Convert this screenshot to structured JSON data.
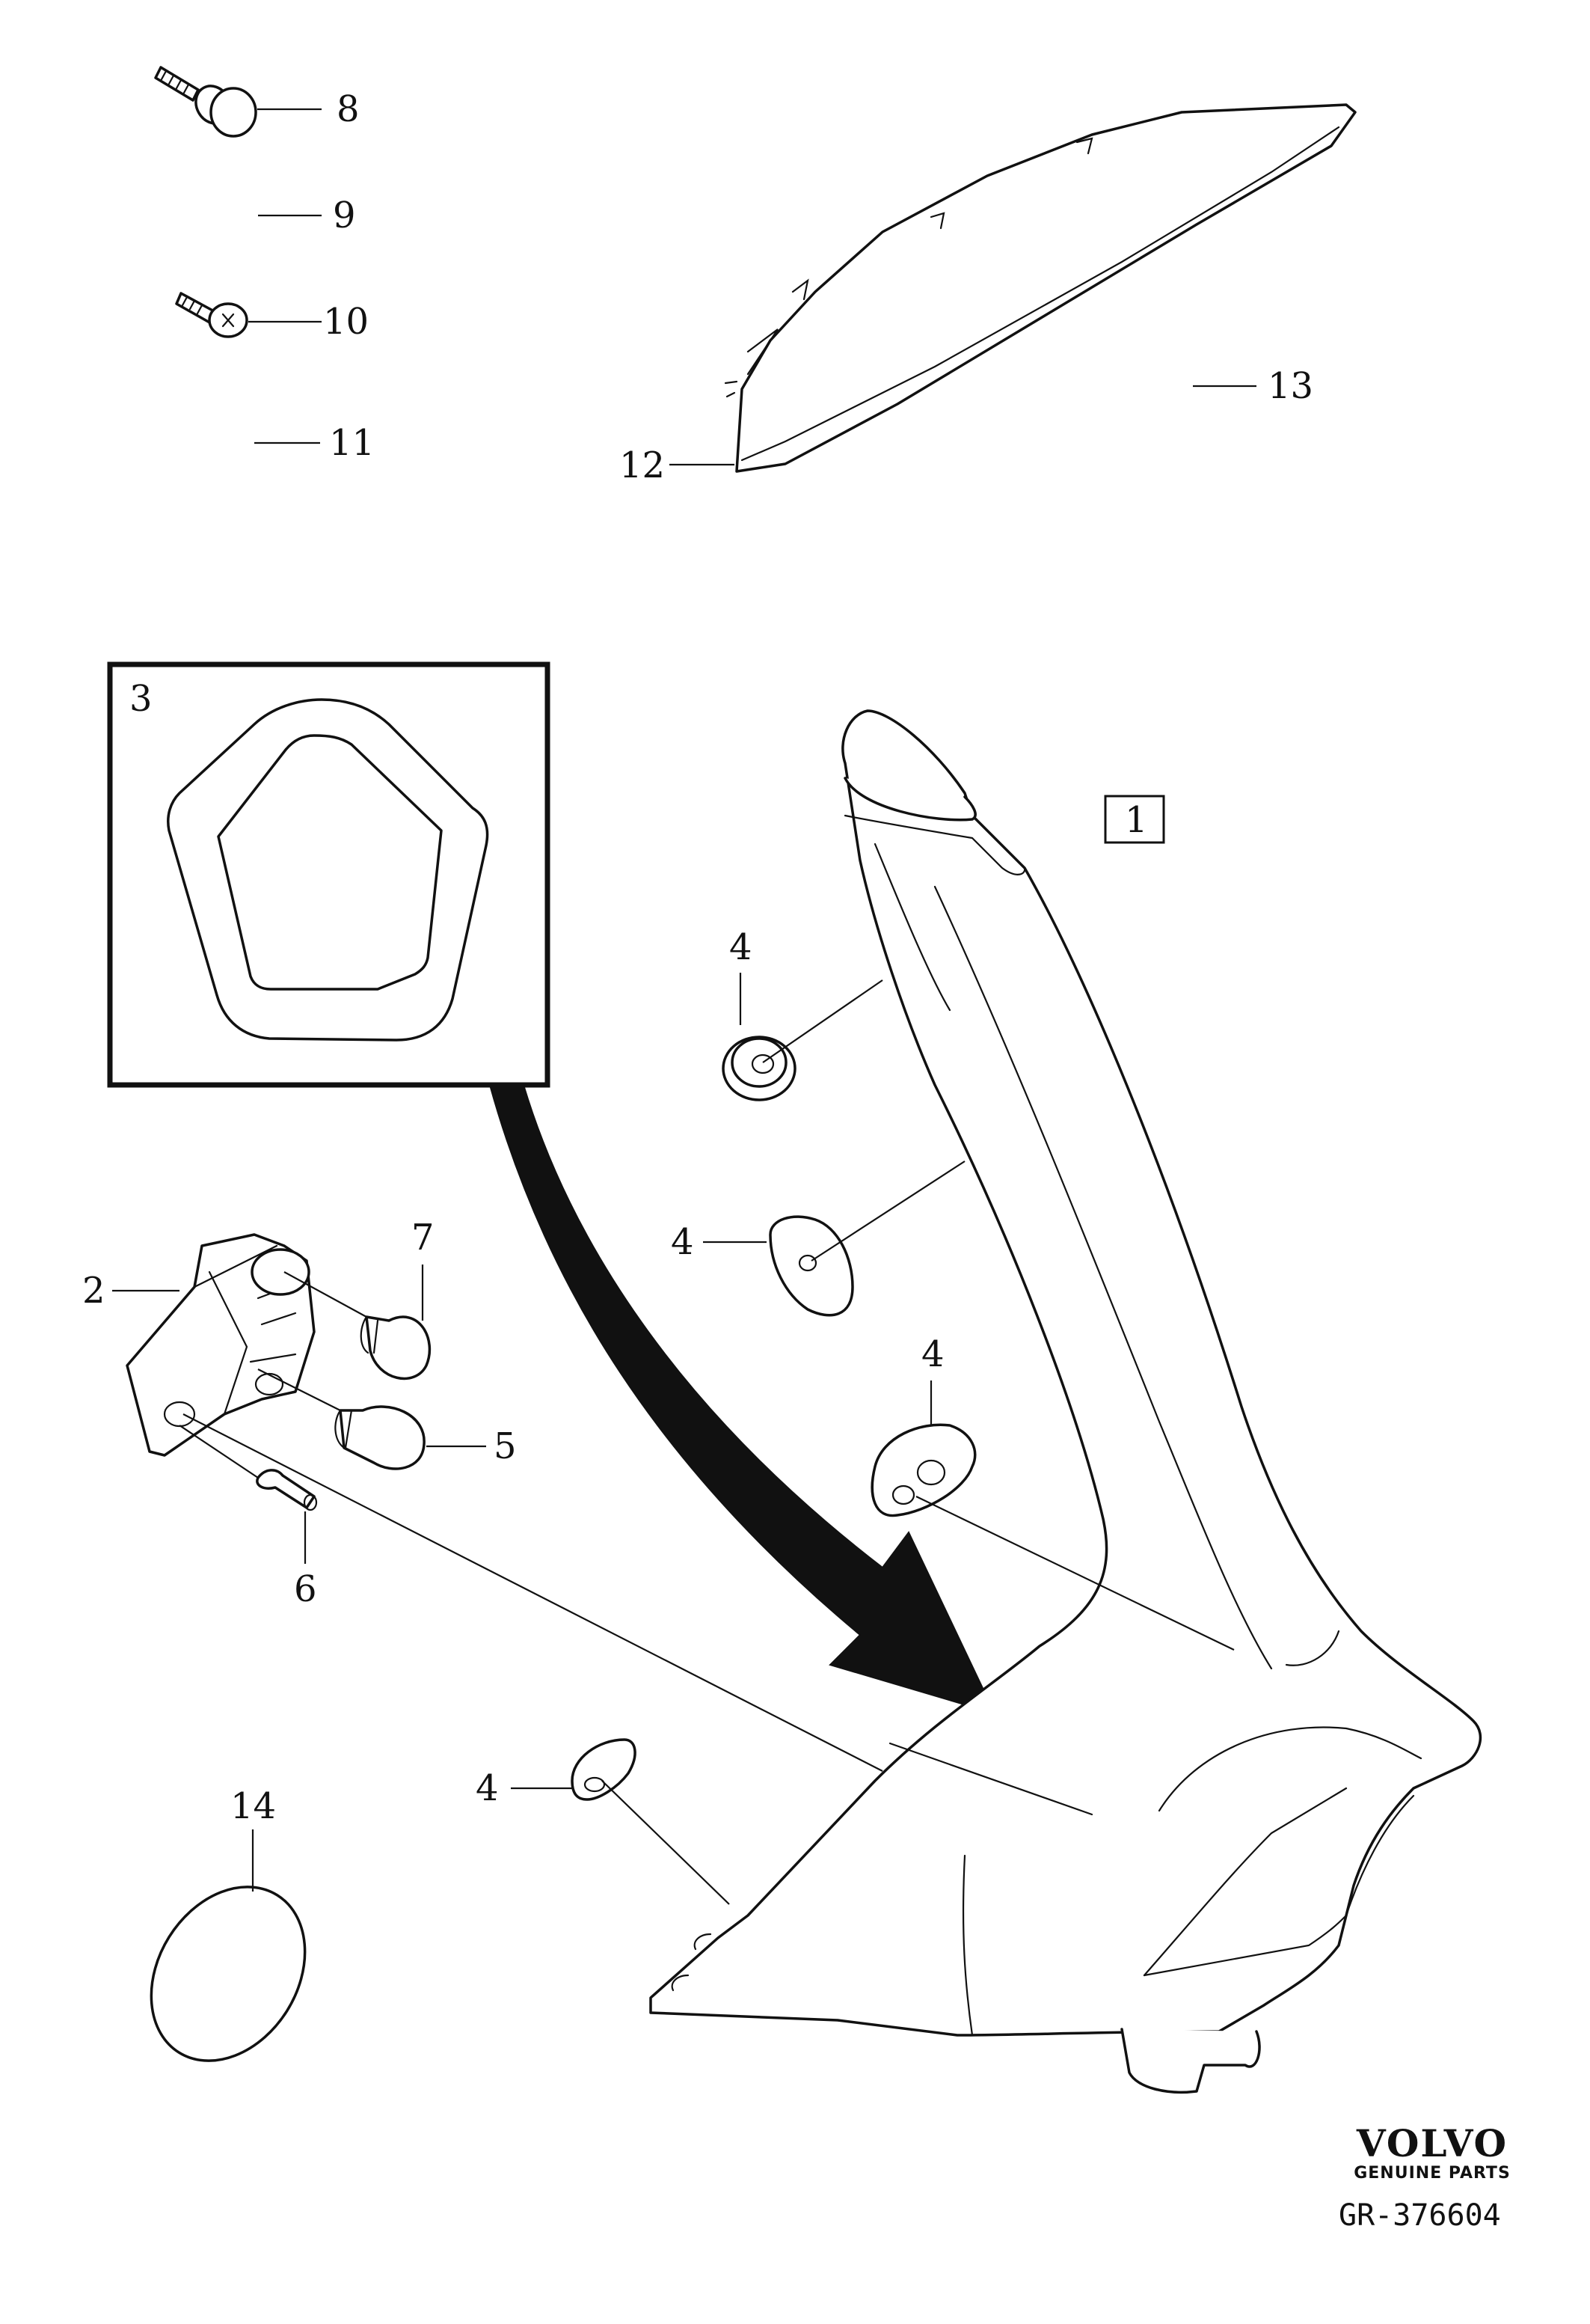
{
  "callouts": {
    "c1": "1",
    "c2": "2",
    "c3": "3",
    "c4": "4",
    "c5": "5",
    "c6": "6",
    "c7": "7",
    "c8": "8",
    "c9": "9",
    "c10": "10",
    "c11": "11",
    "c12": "12",
    "c13": "13",
    "c14": "14"
  },
  "logo": {
    "brand": "VOLVO",
    "subtitle": "GENUINE PARTS"
  },
  "reference": "GR-376604"
}
